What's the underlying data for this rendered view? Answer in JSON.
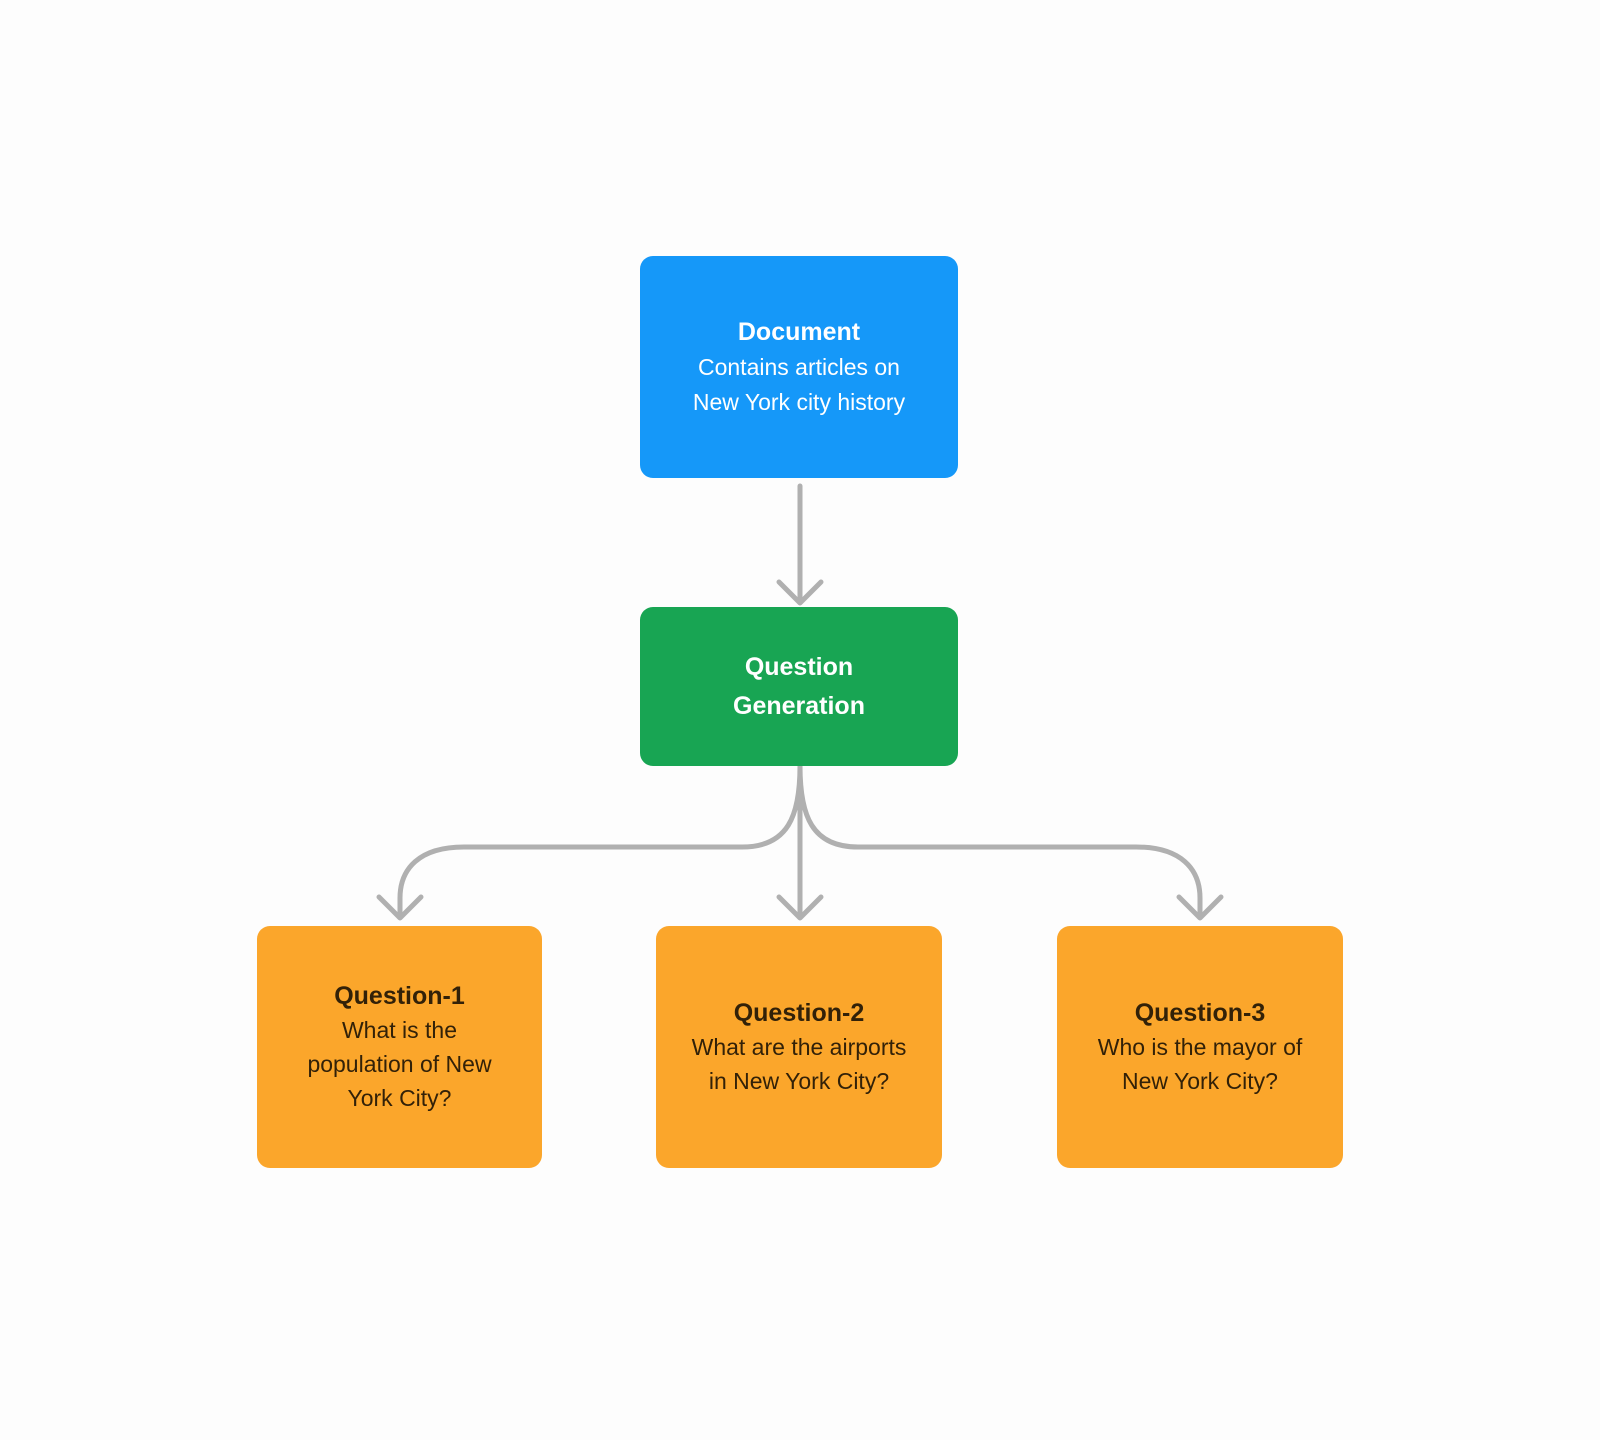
{
  "diagram": {
    "background": "#FDFDFD",
    "connector_color": "#B0B0B0",
    "nodes": {
      "document": {
        "title": "Document",
        "body": "Contains articles on\nNew York city history",
        "fill": "#1598F9",
        "text_color": "#FFFFFF"
      },
      "question_generation": {
        "title": "Question\nGeneration",
        "fill": "#18A553",
        "text_color": "#FFFFFF"
      },
      "questions": [
        {
          "title": "Question-1",
          "body": "What is the\npopulation of New\nYork City?",
          "fill": "#FBA62B",
          "text_color": "#322108"
        },
        {
          "title": "Question-2",
          "body": "What are the airports\nin New York City?",
          "fill": "#FBA62B",
          "text_color": "#322108"
        },
        {
          "title": "Question-3",
          "body": "Who is the mayor of\nNew York City?",
          "fill": "#FBA62B",
          "text_color": "#322108"
        }
      ]
    },
    "edges": [
      {
        "from": "document",
        "to": "question_generation"
      },
      {
        "from": "question_generation",
        "to": "question_1"
      },
      {
        "from": "question_generation",
        "to": "question_2"
      },
      {
        "from": "question_generation",
        "to": "question_3"
      }
    ]
  }
}
